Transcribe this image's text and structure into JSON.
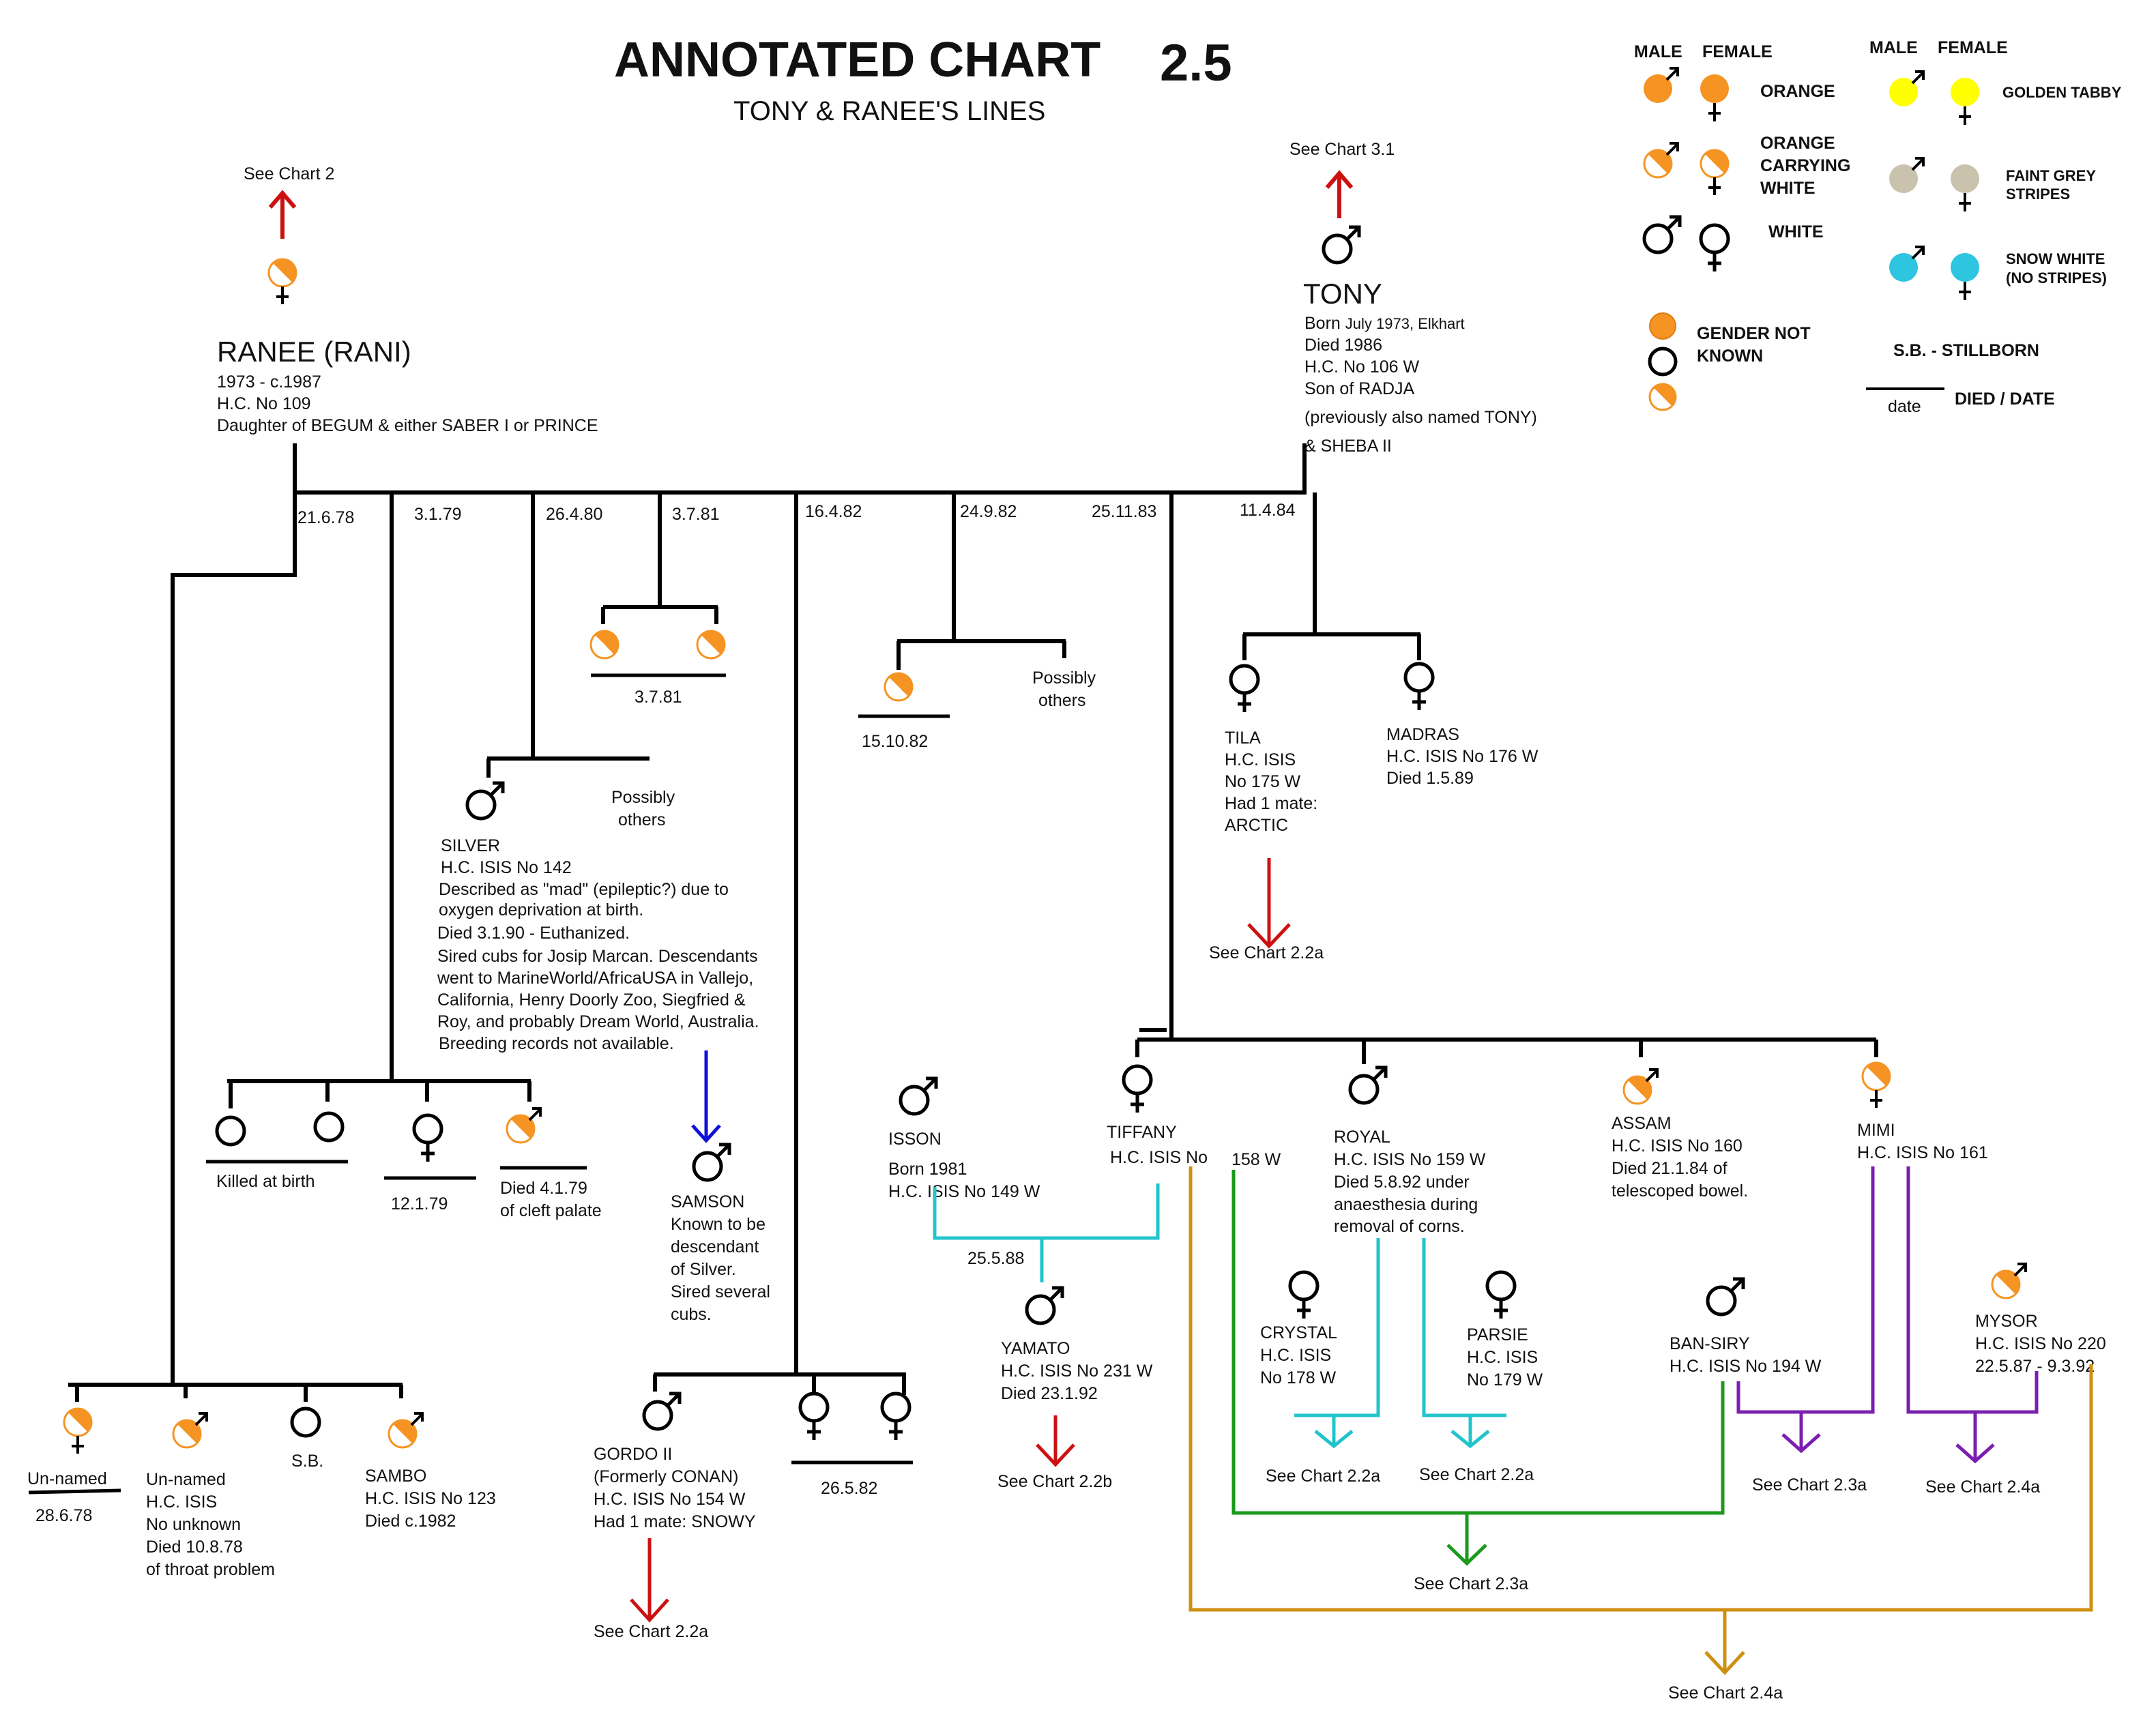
{
  "header": {
    "title": "ANNOTATED CHART",
    "number": "2.5",
    "subtitle": "TONY  & RANEE'S LINES"
  },
  "legend": {
    "male_header": "MALE",
    "female_header": "FEMALE",
    "orange": "ORANGE",
    "carrying": [
      "ORANGE",
      "CARRYING",
      "WHITE"
    ],
    "white": "WHITE",
    "golden_tabby": "GOLDEN TABBY",
    "faint_grey": [
      "FAINT GREY",
      "STRIPES"
    ],
    "snow_white": [
      "SNOW WHITE",
      "(NO STRIPES)"
    ],
    "gender_unknown": [
      "GENDER NOT",
      "KNOWN"
    ],
    "stillborn": "S.B.  - STILLBORN",
    "date": "date",
    "died_date": "DIED / DATE",
    "colors": {
      "orange": "#f59423",
      "golden_tabby": "#ffff00",
      "faint_grey": "#c9c2ad",
      "snow_white": "#2ec5e0"
    }
  },
  "parents": {
    "ranee": {
      "see_chart": "See Chart 2",
      "name": "RANEE (RANI)",
      "lines": [
        "1973 - c.1987",
        "H.C. No 109",
        "Daughter of BEGUM & either SABER I or PRINCE"
      ]
    },
    "tony": {
      "see_chart": "See Chart 3.1",
      "name": "TONY",
      "born_label": "Born ",
      "born_value": "July 1973, Elkhart",
      "lines": [
        "Died 1986",
        "H.C. No 106 W",
        "Son of RADJA",
        "(previously also named TONY)",
        "& SHEBA II"
      ]
    }
  },
  "litters": [
    {
      "date": "21.6.78"
    },
    {
      "date": "3.1.79"
    },
    {
      "date": "26.4.80"
    },
    {
      "date": "3.7.81"
    },
    {
      "date": "16.4.82"
    },
    {
      "date": "24.9.82"
    },
    {
      "date": "25.11.83"
    },
    {
      "date": "11.4.84"
    }
  ],
  "cubs": {
    "c3781": {
      "died": "3.7.81"
    },
    "c24982": {
      "died": "15.10.82",
      "others": [
        "Possibly",
        "others"
      ]
    },
    "c26480": {
      "others": [
        "Possibly",
        "others"
      ]
    },
    "silver": {
      "lines": [
        "SILVER",
        "H.C. ISIS No 142",
        "Described as \"mad\" (epileptic?) due to",
        "oxygen deprivation at birth.",
        "Died 3.1.90 - Euthanized.",
        "Sired cubs for Josip Marcan. Descendants",
        "went to MarineWorld/AfricaUSA in Vallejo,",
        "California, Henry Doorly Zoo, Siegfried &",
        "Roy, and probably Dream World, Australia.",
        "Breeding records not available."
      ]
    },
    "samson": {
      "lines": [
        "SAMSON",
        "Known to be",
        "descendant",
        "of Silver.",
        "Sired several",
        "cubs."
      ]
    },
    "c3179": {
      "killed": "Killed at birth",
      "female_died": "12.1.79",
      "male_died": [
        "Died 4.1.79",
        "of cleft palate"
      ]
    },
    "c21678": {
      "unnamed_female": {
        "name": "Un-named",
        "died": "28.6.78"
      },
      "unnamed_male": [
        "Un-named",
        "H.C. ISIS",
        "No unknown",
        "Died 10.8.78",
        "of throat problem"
      ],
      "sb": "S.B.",
      "sambo": [
        "SAMBO",
        "H.C. ISIS No 123",
        "Died c.1982"
      ]
    },
    "gordo": [
      "GORDO II",
      "(Formerly CONAN)",
      "H.C. ISIS No 154 W",
      "Had 1 mate: SNOWY"
    ],
    "gordo_see": "See Chart 2.2a",
    "c16482": {
      "died": "26.5.82"
    },
    "tila": [
      "TILA",
      "H.C. ISIS",
      "No 175 W",
      "Had 1 mate:",
      "ARCTIC"
    ],
    "tila_see": "See Chart 2.2a",
    "madras": [
      "MADRAS",
      "H.C. ISIS No 176 W",
      "Died 1.5.89"
    ],
    "isson": [
      "ISSON",
      "Born 1981",
      "H.C. ISIS No 149 W"
    ],
    "tiffany": [
      "TIFFANY",
      "H.C. ISIS No",
      "158 W"
    ],
    "royal": [
      "ROYAL",
      "H.C. ISIS No 159 W",
      "Died 5.8.92 under",
      "anaesthesia during",
      "removal of corns."
    ],
    "assam": [
      "ASSAM",
      "H.C. ISIS No 160",
      "Died 21.1.84 of",
      "telescoped bowel."
    ],
    "mimi": [
      "MIMI",
      "H.C. ISIS No 161"
    ],
    "yamato": [
      "YAMATO",
      "H.C. ISIS No 231 W",
      "Died 23.1.92"
    ],
    "yamato_see": "See Chart 2.2b",
    "crystal": [
      "CRYSTAL",
      "H.C. ISIS",
      "No 178 W"
    ],
    "parsie": [
      "PARSIE",
      "H.C. ISIS",
      "No 179 W"
    ],
    "crystal_see": "See Chart 2.2a",
    "parsie_see": "See Chart 2.2a",
    "ban_siry": [
      "BAN-SIRY",
      "H.C. ISIS No 194 W"
    ],
    "mysor": [
      "MYSOR",
      "H.C. ISIS No 220",
      "22.5.87 - 9.3.92"
    ],
    "ban_siry_mimi_see": "See Chart 2.3a",
    "mysor_mimi_see": "See Chart 2.4a",
    "green_see": "See Chart 2.3a",
    "gold_see": "See Chart 2.4a"
  },
  "matings": {
    "tiffany_isson": "25.5.88"
  }
}
